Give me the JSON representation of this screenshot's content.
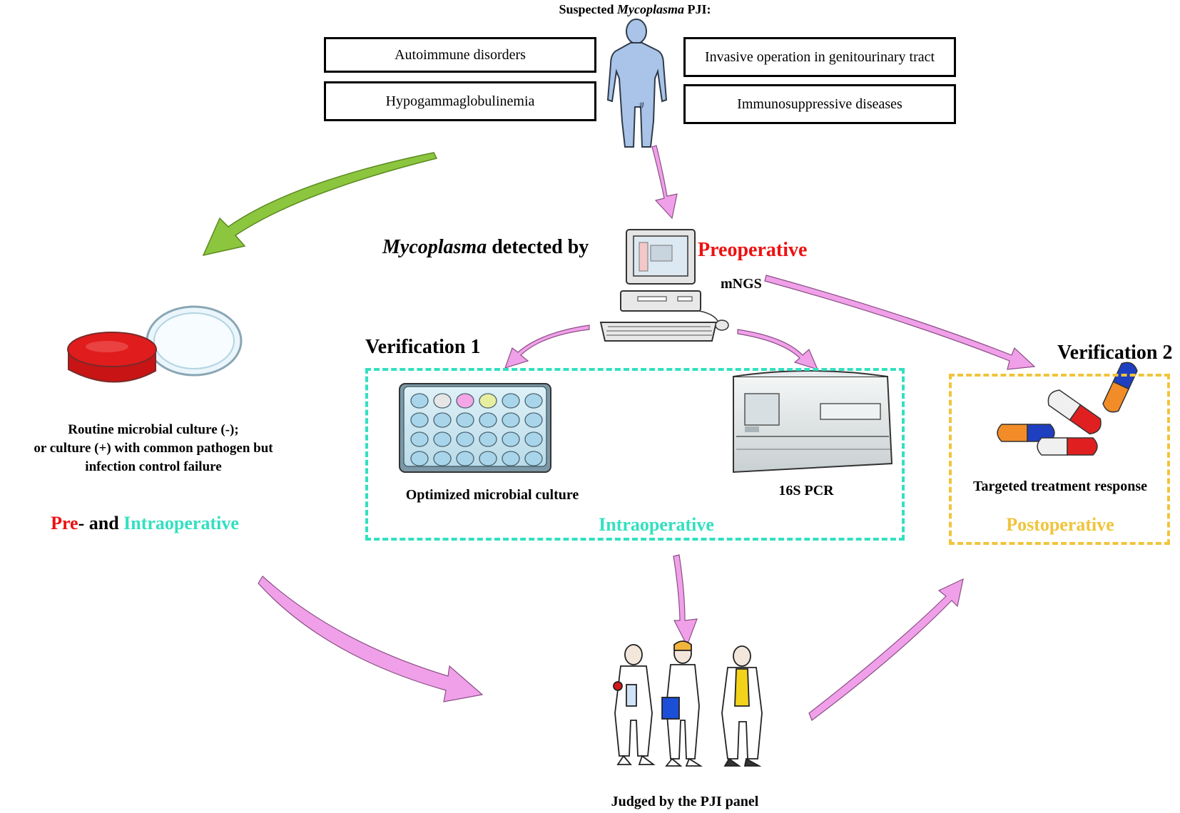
{
  "header": {
    "title_prefix": "Suspected ",
    "title_italic": "Mycoplasma",
    "title_suffix": " PJI:"
  },
  "risk_factors": {
    "left_top": "Autoimmune disorders",
    "left_bottom": "Hypogammaglobulinemia",
    "right_top": "Invasive operation in genitourinary tract",
    "right_bottom": "Immunosuppressive diseases"
  },
  "detection": {
    "italic": "Mycoplasma",
    "suffix": " detected by",
    "stage": "Preoperative",
    "method": "mNGS"
  },
  "routine": {
    "line1": "Routine microbial culture (-);",
    "line2": "or culture (+) with common pathogen but",
    "line3": "infection control failure",
    "stage_part1": "Pre",
    "stage_part2": "- and ",
    "stage_part3": "Intraoperative"
  },
  "verification1": {
    "title": "Verification 1",
    "culture_label": "Optimized microbial culture",
    "pcr_label": "16S PCR",
    "stage": "Intraoperative"
  },
  "verification2": {
    "title": "Verification 2",
    "label": "Targeted treatment response",
    "stage": "Postoperative"
  },
  "panel": {
    "label": "Judged by the PJI panel"
  },
  "colors": {
    "pink_arrow": "#f0a0e8",
    "green_arrow": "#8cc63f",
    "preoperative_red": "#ee1111",
    "intraoperative_teal": "#33e0c0",
    "postoperative_yellow": "#f0c43c",
    "dish_red": "#d81818",
    "body_blue": "#a9c4e8"
  },
  "icons": [
    "human-figure-icon",
    "computer-icon",
    "petri-dish-icon",
    "well-plate-icon",
    "pcr-machine-icon",
    "pills-icon",
    "doctors-icon"
  ]
}
